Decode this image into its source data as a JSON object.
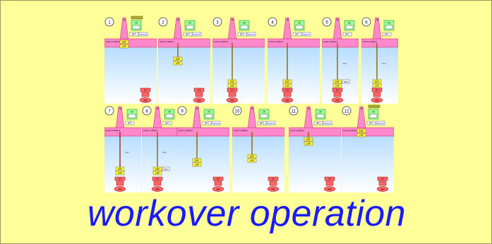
{
  "title": "workover operation",
  "labels": {
    "tb": "TB",
    "tf": "TF",
    "spt": "SPT",
    "wocs": "WOCS",
    "vessel": "vessel or platform",
    "edp": "EDP",
    "lrp": "LRP",
    "xt": "XT",
    "well": "well",
    "riser": "riser",
    "rov": "ROV"
  },
  "steps": [
    {
      "num": "1"
    },
    {
      "num": "2"
    },
    {
      "num": "3"
    },
    {
      "num": "4"
    },
    {
      "num": "5"
    },
    {
      "num": "6"
    },
    {
      "num": "7"
    },
    {
      "num": "8"
    },
    {
      "num": "9"
    },
    {
      "num": "10"
    },
    {
      "num": "11"
    },
    {
      "num": "12"
    }
  ],
  "colors": {
    "sea_top": "#b8ddff",
    "sea_bottom": "#ffffff",
    "derrick": "#ff88cc",
    "tf": "#99ff99",
    "edp": "#ffff44",
    "xt": "#ff6666",
    "wocs_text": "#2222cc",
    "title": "#1a1aff"
  }
}
